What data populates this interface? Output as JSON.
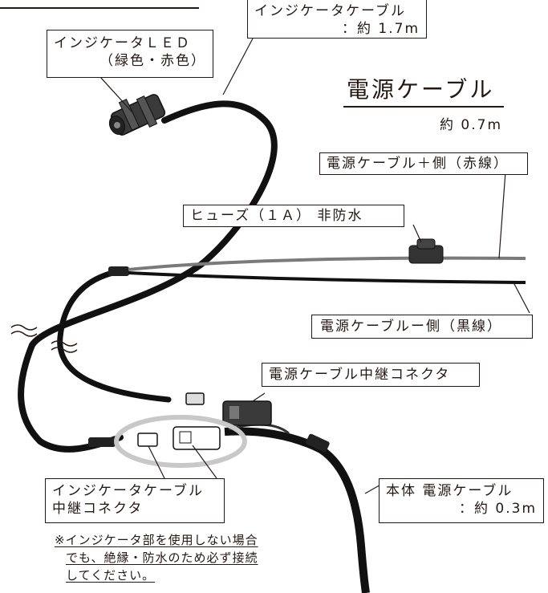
{
  "labels": {
    "indicator_cable": {
      "line1": "インジケータケーブル",
      "line2": "：約 1.7m"
    },
    "indicator_led": {
      "line1": "インジケータＬＥＤ",
      "line2": "（緑色・赤色）"
    },
    "power_cable_title": "電源ケーブル",
    "power_cable_length": "約 0.7m",
    "power_plus": "電源ケーブル＋側（赤線）",
    "fuse": "ヒューズ（１Ａ） 非防水",
    "power_minus": "電源ケーブルー側（黒線）",
    "power_relay_connector": "電源ケーブル中継コネクタ",
    "indicator_relay_connector": {
      "line1": "インジケータケーブル",
      "line2": "中継コネクタ"
    },
    "main_power_cable": {
      "line1": "本体 電源ケーブル",
      "line2": "：約 0.3m"
    }
  },
  "note": {
    "line1": "※インジケータ部を使用しない場合",
    "line2": "でも、絶縁・防水のため必ず接続",
    "line3": "してください。"
  },
  "colors": {
    "ink": "#231815",
    "cable": "#111111",
    "red_wire": "#7a7a7a",
    "highlight_ring": "#c8c8c8"
  }
}
